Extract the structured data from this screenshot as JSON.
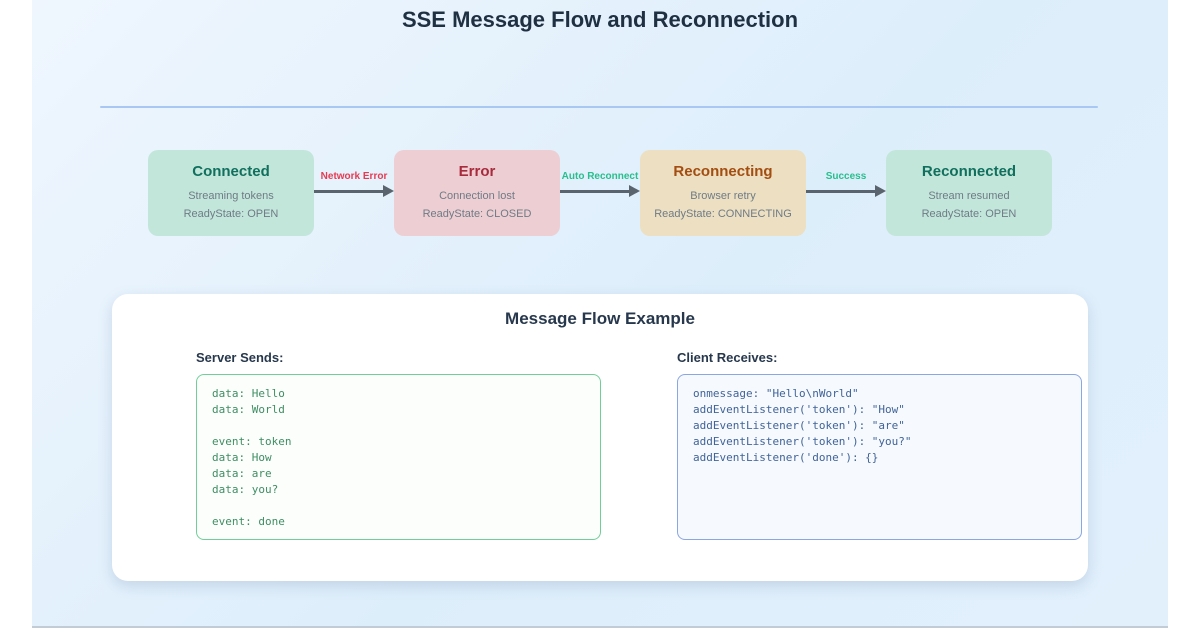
{
  "page": {
    "title": "SSE Message Flow and Reconnection",
    "background_color": "#ddeefb",
    "divider_color": "#a9c7f3"
  },
  "flow": {
    "states": [
      {
        "name": "Connected",
        "line1": "Streaming tokens",
        "line2": "ReadyState: OPEN",
        "bg": "#c3e6db",
        "title_color": "#10705d"
      },
      {
        "name": "Error",
        "line1": "Connection lost",
        "line2": "ReadyState: CLOSED",
        "bg": "#edced3",
        "title_color": "#a72b3d"
      },
      {
        "name": "Reconnecting",
        "line1": "Browser retry",
        "line2": "ReadyState: CONNECTING",
        "bg": "#ecdfc2",
        "title_color": "#a34d10"
      },
      {
        "name": "Reconnected",
        "line1": "Stream resumed",
        "line2": "ReadyState: OPEN",
        "bg": "#c3e6db",
        "title_color": "#10705d"
      }
    ],
    "transitions": [
      {
        "label": "Network Error",
        "color": "#e73b52"
      },
      {
        "label": "Auto Reconnect",
        "color": "#29be8d"
      },
      {
        "label": "Success",
        "color": "#29be8d"
      }
    ],
    "arrow_color": "#5a646e"
  },
  "example": {
    "title": "Message Flow Example",
    "server": {
      "label": "Server Sends:",
      "border_color": "#70cf98",
      "text_color": "#3e8e62",
      "lines": [
        "data: Hello",
        "data: World",
        "",
        "event: token",
        "data: How",
        "data: are",
        "data: you?",
        "",
        "event: done"
      ]
    },
    "client": {
      "label": "Client Receives:",
      "border_color": "#8aa6e3",
      "text_color": "#406499",
      "lines": [
        "onmessage: \"Hello\\nWorld\"",
        "addEventListener('token'): \"How\"",
        "addEventListener('token'): \"are\"",
        "addEventListener('token'): \"you?\"",
        "addEventListener('done'): {}"
      ]
    }
  }
}
